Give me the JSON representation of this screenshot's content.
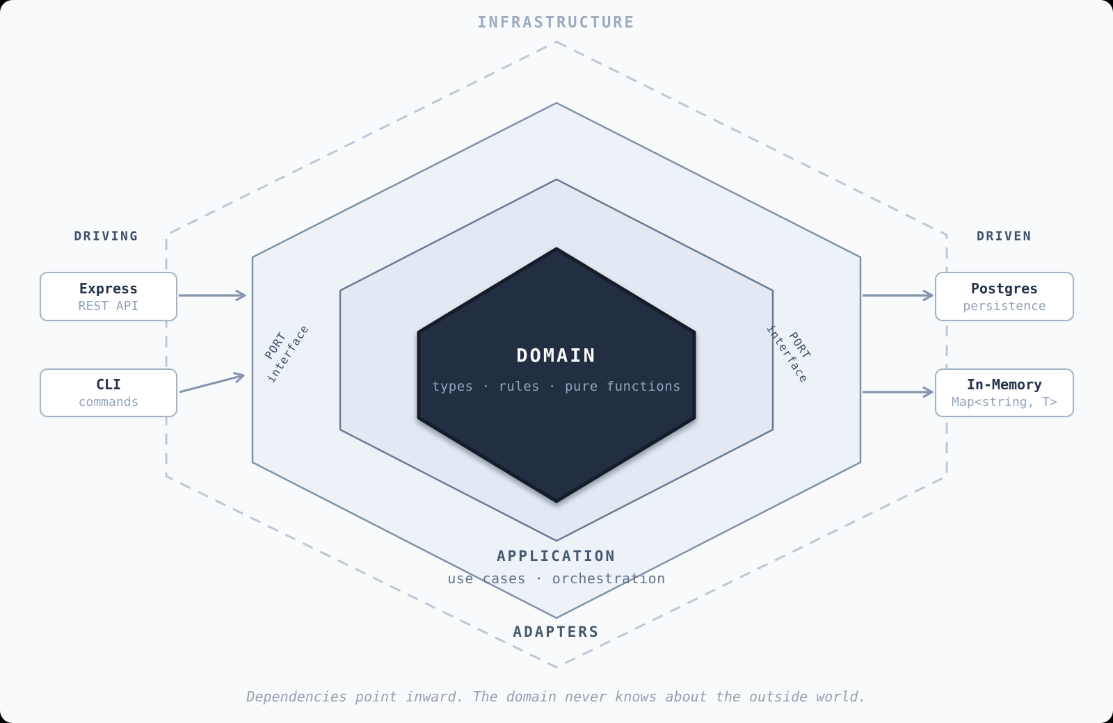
{
  "diagram": {
    "infrastructure_label": "INFRASTRUCTURE",
    "adapters_label": "ADAPTERS",
    "application_label": "APPLICATION",
    "application_sub": "use cases · orchestration",
    "domain_title": "DOMAIN",
    "domain_sub": "types · rules · pure functions",
    "driving_label": "DRIVING",
    "driven_label": "DRIVEN",
    "port_line1": "PORT",
    "port_line2": "interface",
    "caption": "Dependencies point inward. The domain never knows about the outside world."
  },
  "driving_adapters": [
    {
      "title": "Express",
      "subtitle": "REST API"
    },
    {
      "title": "CLI",
      "subtitle": "commands"
    }
  ],
  "driven_adapters": [
    {
      "title": "Postgres",
      "subtitle": "persistence"
    },
    {
      "title": "In-Memory",
      "subtitle": "Map<string, T>"
    }
  ],
  "colors": {
    "background": "#f8fafc",
    "infrastructure_dash": "#bcc8d8",
    "adapters_fill": "#edf2f8",
    "adapters_border": "#8092aa",
    "application_fill": "#e3e9f2",
    "application_border": "#687c95",
    "domain_fill": "#232f42",
    "domain_border": "#131c2b",
    "arrow": "#8595ab"
  }
}
